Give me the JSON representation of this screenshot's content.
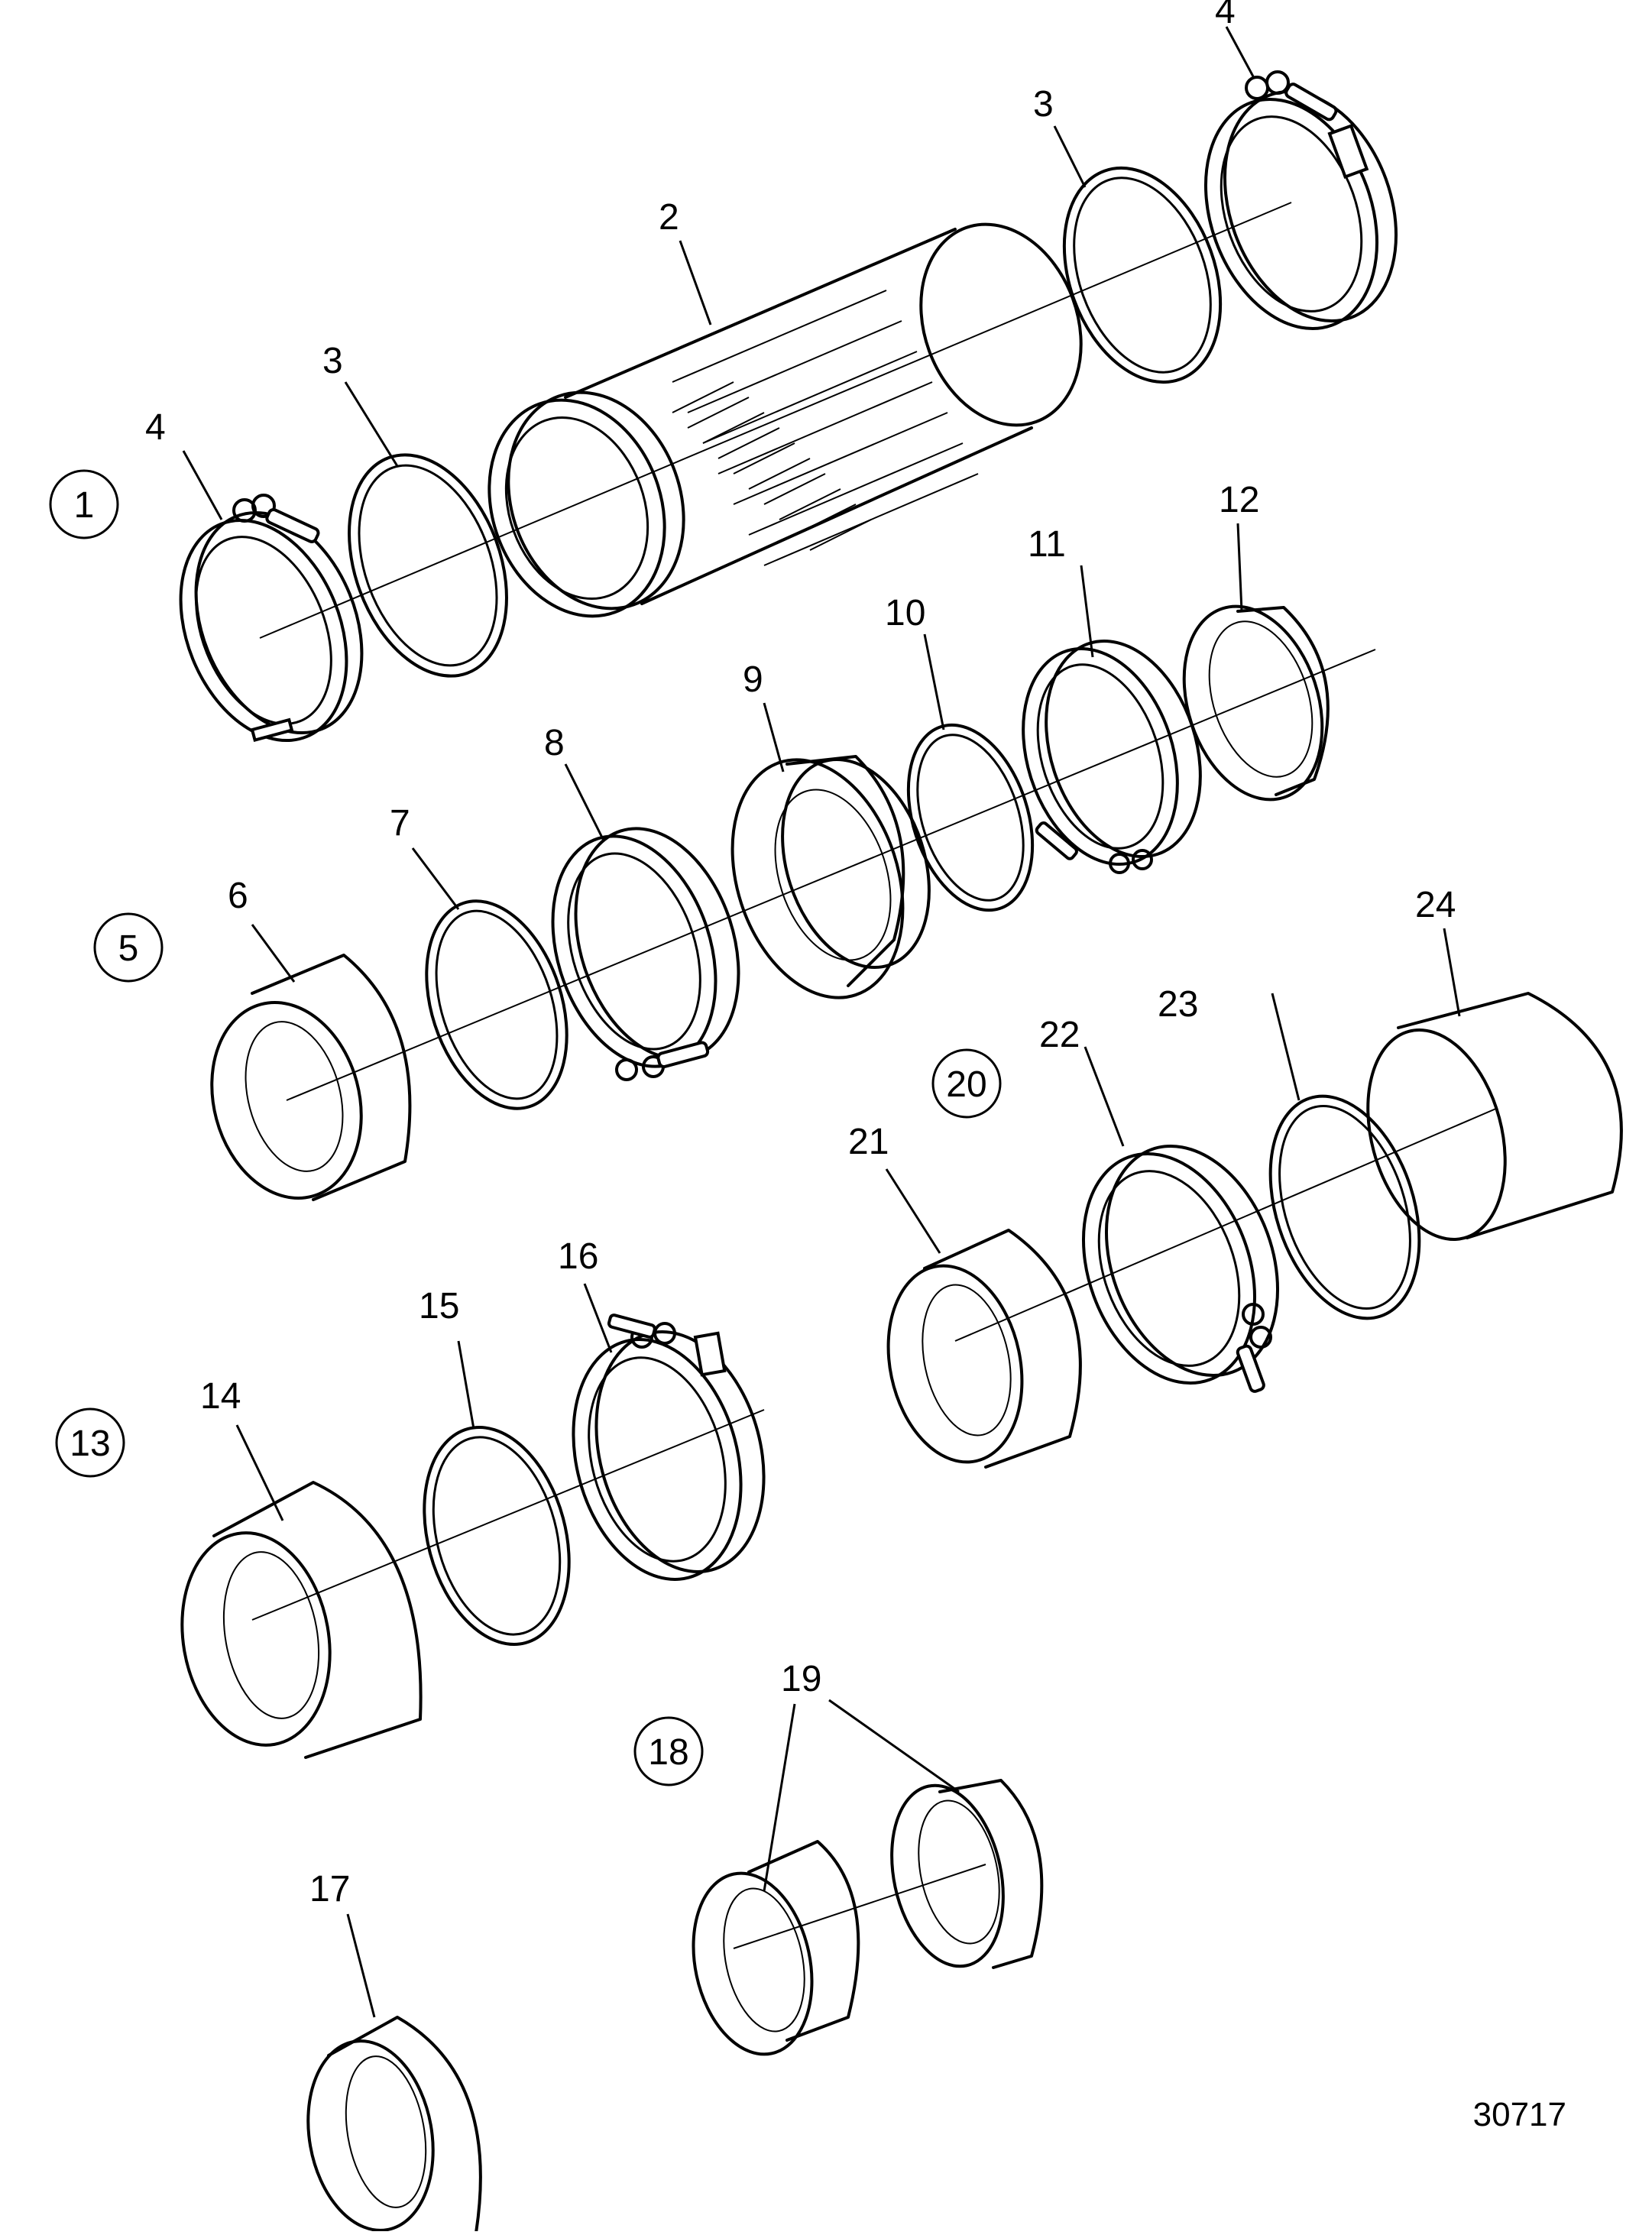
{
  "diagram": {
    "reference_number": "30717",
    "groups": [
      {
        "id": "1",
        "parts": [
          "2",
          "3",
          "4"
        ]
      },
      {
        "id": "5",
        "parts": [
          "6",
          "7",
          "8",
          "9",
          "10",
          "11",
          "12"
        ]
      },
      {
        "id": "13",
        "parts": [
          "14",
          "15",
          "16"
        ]
      },
      {
        "id": "18",
        "parts": [
          "19"
        ]
      },
      {
        "id": "20",
        "parts": [
          "21",
          "22",
          "23",
          "24"
        ]
      }
    ],
    "callouts": {
      "p2": "2",
      "p3a": "3",
      "p3b": "3",
      "p4a": "4",
      "p4b": "4",
      "p6": "6",
      "p7": "7",
      "p8": "8",
      "p9": "9",
      "p10": "10",
      "p11": "11",
      "p12": "12",
      "p14": "14",
      "p15": "15",
      "p16": "16",
      "p17": "17",
      "p19": "19",
      "p21": "21",
      "p22": "22",
      "p23": "23",
      "p24": "24"
    },
    "group_badges": {
      "g1": "1",
      "g5": "5",
      "g13": "13",
      "g18": "18",
      "g20": "20"
    }
  }
}
